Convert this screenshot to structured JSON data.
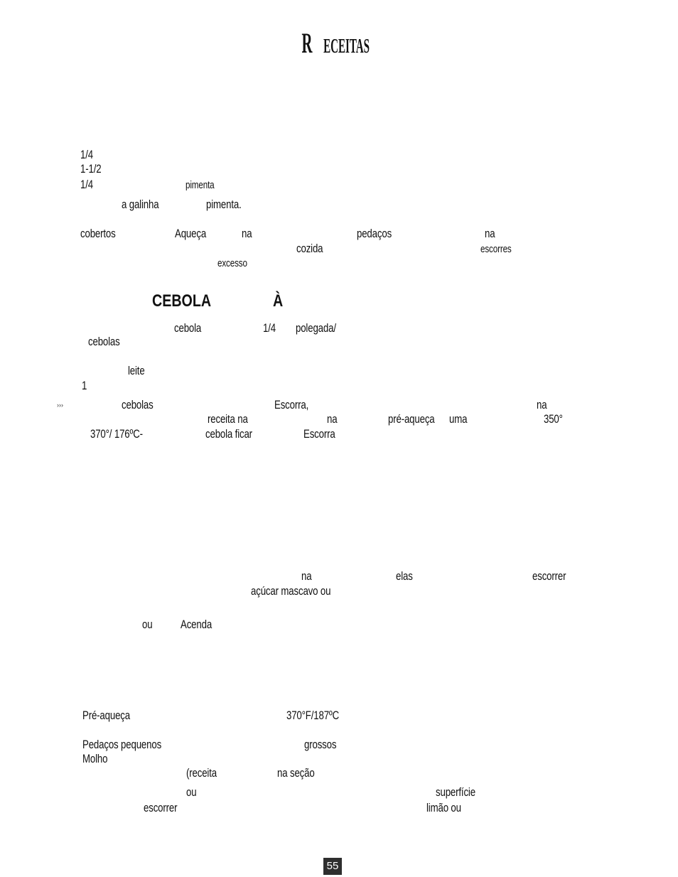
{
  "title": {
    "initial": "R",
    "rest": "ECEITAS"
  },
  "section1": {
    "l1": "1/4",
    "l2": "1-1/2",
    "l3a": "1/4",
    "l3b": "pimenta",
    "l4a": "a galinha",
    "l4b": "pimenta.",
    "p1a": "cobertos",
    "p1b": "Aqueça",
    "p1c": "na",
    "p1d": "pedaços",
    "p1e": "na",
    "p2a": "cozida",
    "p2b": "escorres",
    "p3a": "excesso"
  },
  "section2": {
    "heading1": "CEBOLA",
    "heading2": "À",
    "l1a": "cebola",
    "l1b": "1/4",
    "l1c": "polegada/",
    "l2": "cebolas",
    "l3": "leite",
    "l4": "1",
    "l5a": "cebolas",
    "l5b": "Escorra,",
    "l5c": "na",
    "l6a": "receita na",
    "l6b": "na",
    "l6c": "pré-aqueça",
    "l6d": "uma",
    "l6e": "350°",
    "l7a": "370°/ 176ºC-",
    "l7b": "cebola ficar",
    "l7c": "Escorra"
  },
  "section3": {
    "l1a": "na",
    "l1b": "elas",
    "l1c": "escorrer",
    "l2": "açúcar mascavo ou",
    "l3a": "ou",
    "l3b": "Acenda"
  },
  "section4": {
    "l1a": "Pré-aqueça",
    "l1b": "370°F/187ºC",
    "l2a": "Pedaços pequenos",
    "l2b": "grossos",
    "l3": "Molho",
    "l4a": "(receita",
    "l4b": "na seção",
    "l5a": "ou",
    "l5b": "superfície",
    "l6a": "escorrer",
    "l6b": "limão ou"
  },
  "page_number": "55"
}
